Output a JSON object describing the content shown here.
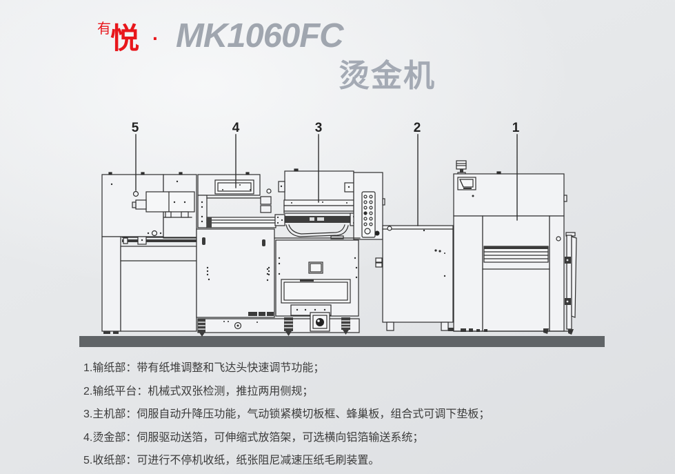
{
  "title": {
    "prefix": "有",
    "brand": "悦",
    "dot": "·",
    "model": "MK1060FC",
    "subtitle": "烫金机"
  },
  "colors": {
    "accent_red": "#e8171c",
    "title_gray": "#a0a6af",
    "drawing_line": "#2e2e2e",
    "ground_bar": "#606467"
  },
  "diagram": {
    "callouts": [
      {
        "label": "5",
        "part": "收纸部"
      },
      {
        "label": "4",
        "part": "烫金部"
      },
      {
        "label": "3",
        "part": "主机部"
      },
      {
        "label": "2",
        "part": "输纸平台"
      },
      {
        "label": "1",
        "part": "输纸部"
      }
    ]
  },
  "features": [
    {
      "text": "1.输纸部：带有纸堆调整和飞达头快速调节功能；"
    },
    {
      "text": "2.输纸平台：机械式双张检测，推拉两用侧规；"
    },
    {
      "text": "3.主机部：伺服自动升降压功能，气动锁紧模切板框、蜂巢板，组合式可调下垫板；"
    },
    {
      "text": "4.烫金部：伺服驱动送箔，可伸缩式放箔架，可选横向铝箔输送系统；"
    },
    {
      "text": "5.收纸部：可进行不停机收纸，纸张阻尼减速压纸毛刷装置。"
    }
  ]
}
